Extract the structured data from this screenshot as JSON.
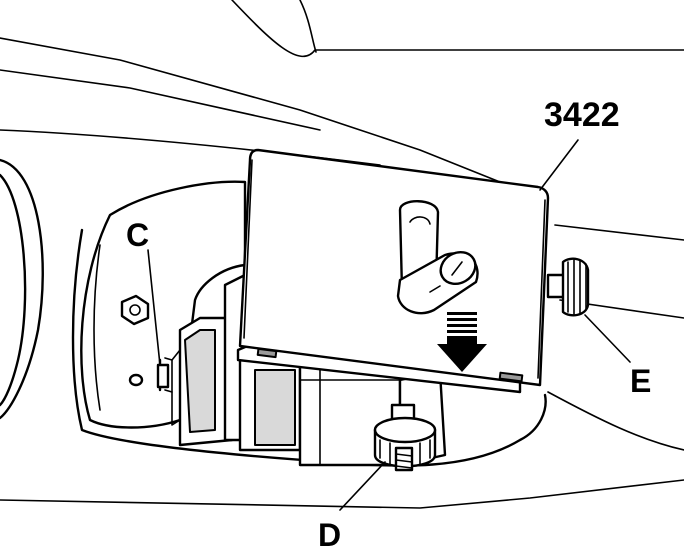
{
  "labels": {
    "tool": "3422",
    "c": "C",
    "d": "D",
    "e": "E"
  },
  "colors": {
    "line": "#000000",
    "background": "#ffffff",
    "shade": "#d9d9d9",
    "dark_shade": "#9a9a9a"
  }
}
